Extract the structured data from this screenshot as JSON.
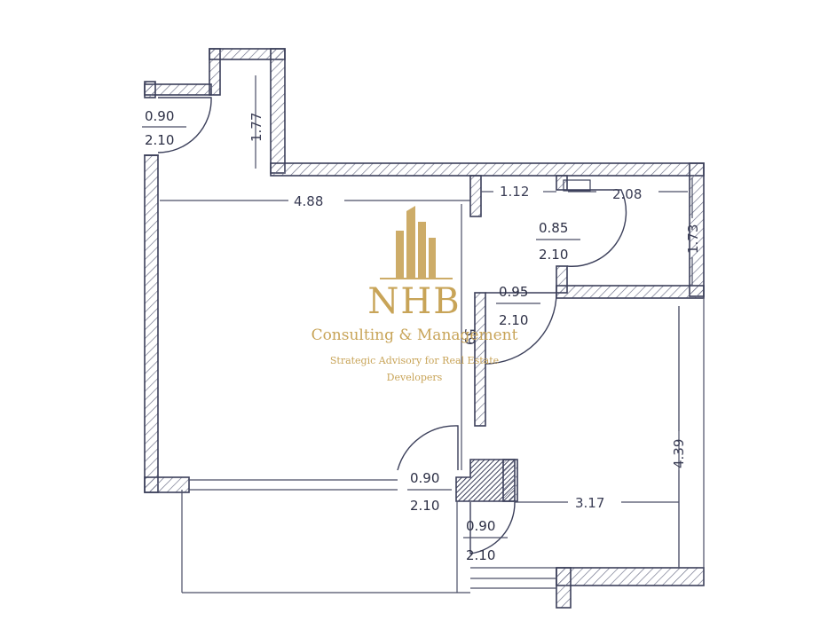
{
  "dimensions": {
    "d177": "1.77",
    "d488": "4.88",
    "d112": "1.12",
    "d208": "2.08",
    "d173": "1.73",
    "d59": "59",
    "d439": "4.39",
    "d317": "3.17"
  },
  "doors": [
    {
      "width": "0.90",
      "height": "2.10"
    },
    {
      "width": "0.85",
      "height": "2.10"
    },
    {
      "width": "0.95",
      "height": "2.10"
    },
    {
      "width": "0.90",
      "height": "2.10"
    },
    {
      "width": "0.90",
      "height": "2.10"
    }
  ],
  "watermark": {
    "brand": "NHB",
    "name": "Consulting & Management",
    "tagline_1": "Strategic Advisory for  Real Estate",
    "tagline_2": "Developers"
  },
  "colors": {
    "wall_stroke": "#3b3f5a",
    "hatch": "#6a6e86",
    "watermark_gold": "#c8a458"
  }
}
